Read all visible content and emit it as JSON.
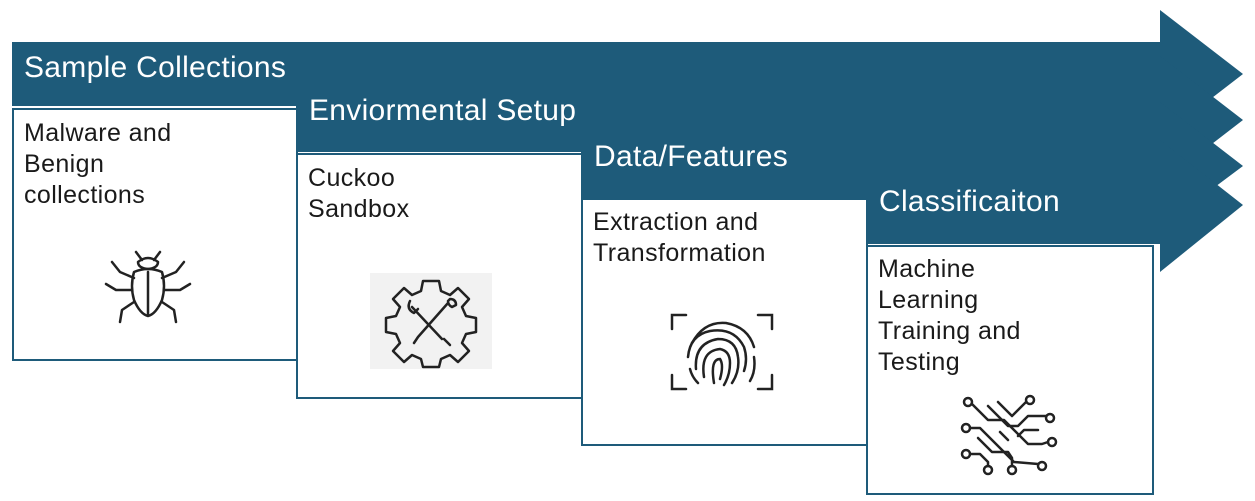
{
  "colors": {
    "banner": "#1e5b7a",
    "card_border": "#1e5b7a",
    "text": "#1a1a1a",
    "banner_text": "#ffffff"
  },
  "steps": [
    {
      "title": "Sample Collections",
      "lines": [
        "Malware and",
        "Benign",
        "collections"
      ],
      "icon": "bug-icon"
    },
    {
      "title": "Enviormental Setup",
      "lines": [
        "Cuckoo",
        "Sandbox"
      ],
      "icon": "gear-tools-icon"
    },
    {
      "title": "Data/Features",
      "lines": [
        "Extraction and",
        "Transformation"
      ],
      "icon": "fingerprint-scan-icon"
    },
    {
      "title": "Classificaiton",
      "lines": [
        "Machine",
        "Learning",
        "Training and",
        "Testing"
      ],
      "icon": "circuit-network-icon"
    }
  ]
}
